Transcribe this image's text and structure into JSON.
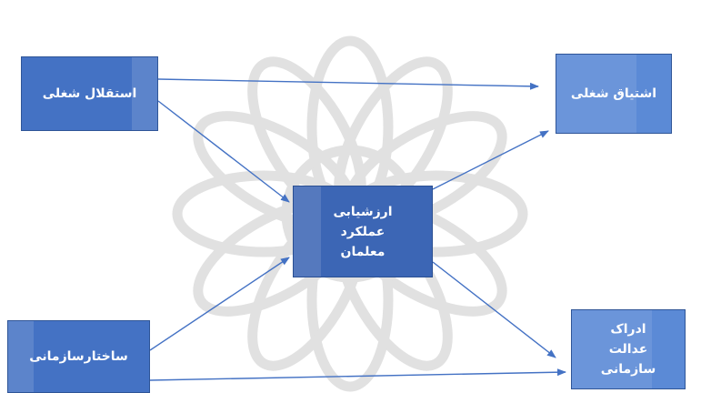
{
  "diagram": {
    "nodes": {
      "job_autonomy": {
        "label": "استقلال شغلی"
      },
      "organizational_structure": {
        "label": "ساختارسازمانی"
      },
      "teacher_performance_evaluation": {
        "label": "ارزشیابی عملکرد معلمان"
      },
      "work_engagement": {
        "label": "اشتیاق شغلی"
      },
      "perceived_organizational_justice": {
        "label": "ادراک عدالت سازمانی"
      }
    },
    "edges": [
      {
        "from": "job_autonomy",
        "to": "work_engagement"
      },
      {
        "from": "job_autonomy",
        "to": "teacher_performance_evaluation"
      },
      {
        "from": "organizational_structure",
        "to": "teacher_performance_evaluation"
      },
      {
        "from": "organizational_structure",
        "to": "perceived_organizational_justice"
      },
      {
        "from": "teacher_performance_evaluation",
        "to": "work_engagement"
      },
      {
        "from": "teacher_performance_evaluation",
        "to": "perceived_organizational_justice"
      }
    ]
  },
  "colors": {
    "node_fill": "#4472c4",
    "node_border": "#2f5597",
    "arrow": "#4472c4",
    "watermark": "#d4d4d4"
  }
}
